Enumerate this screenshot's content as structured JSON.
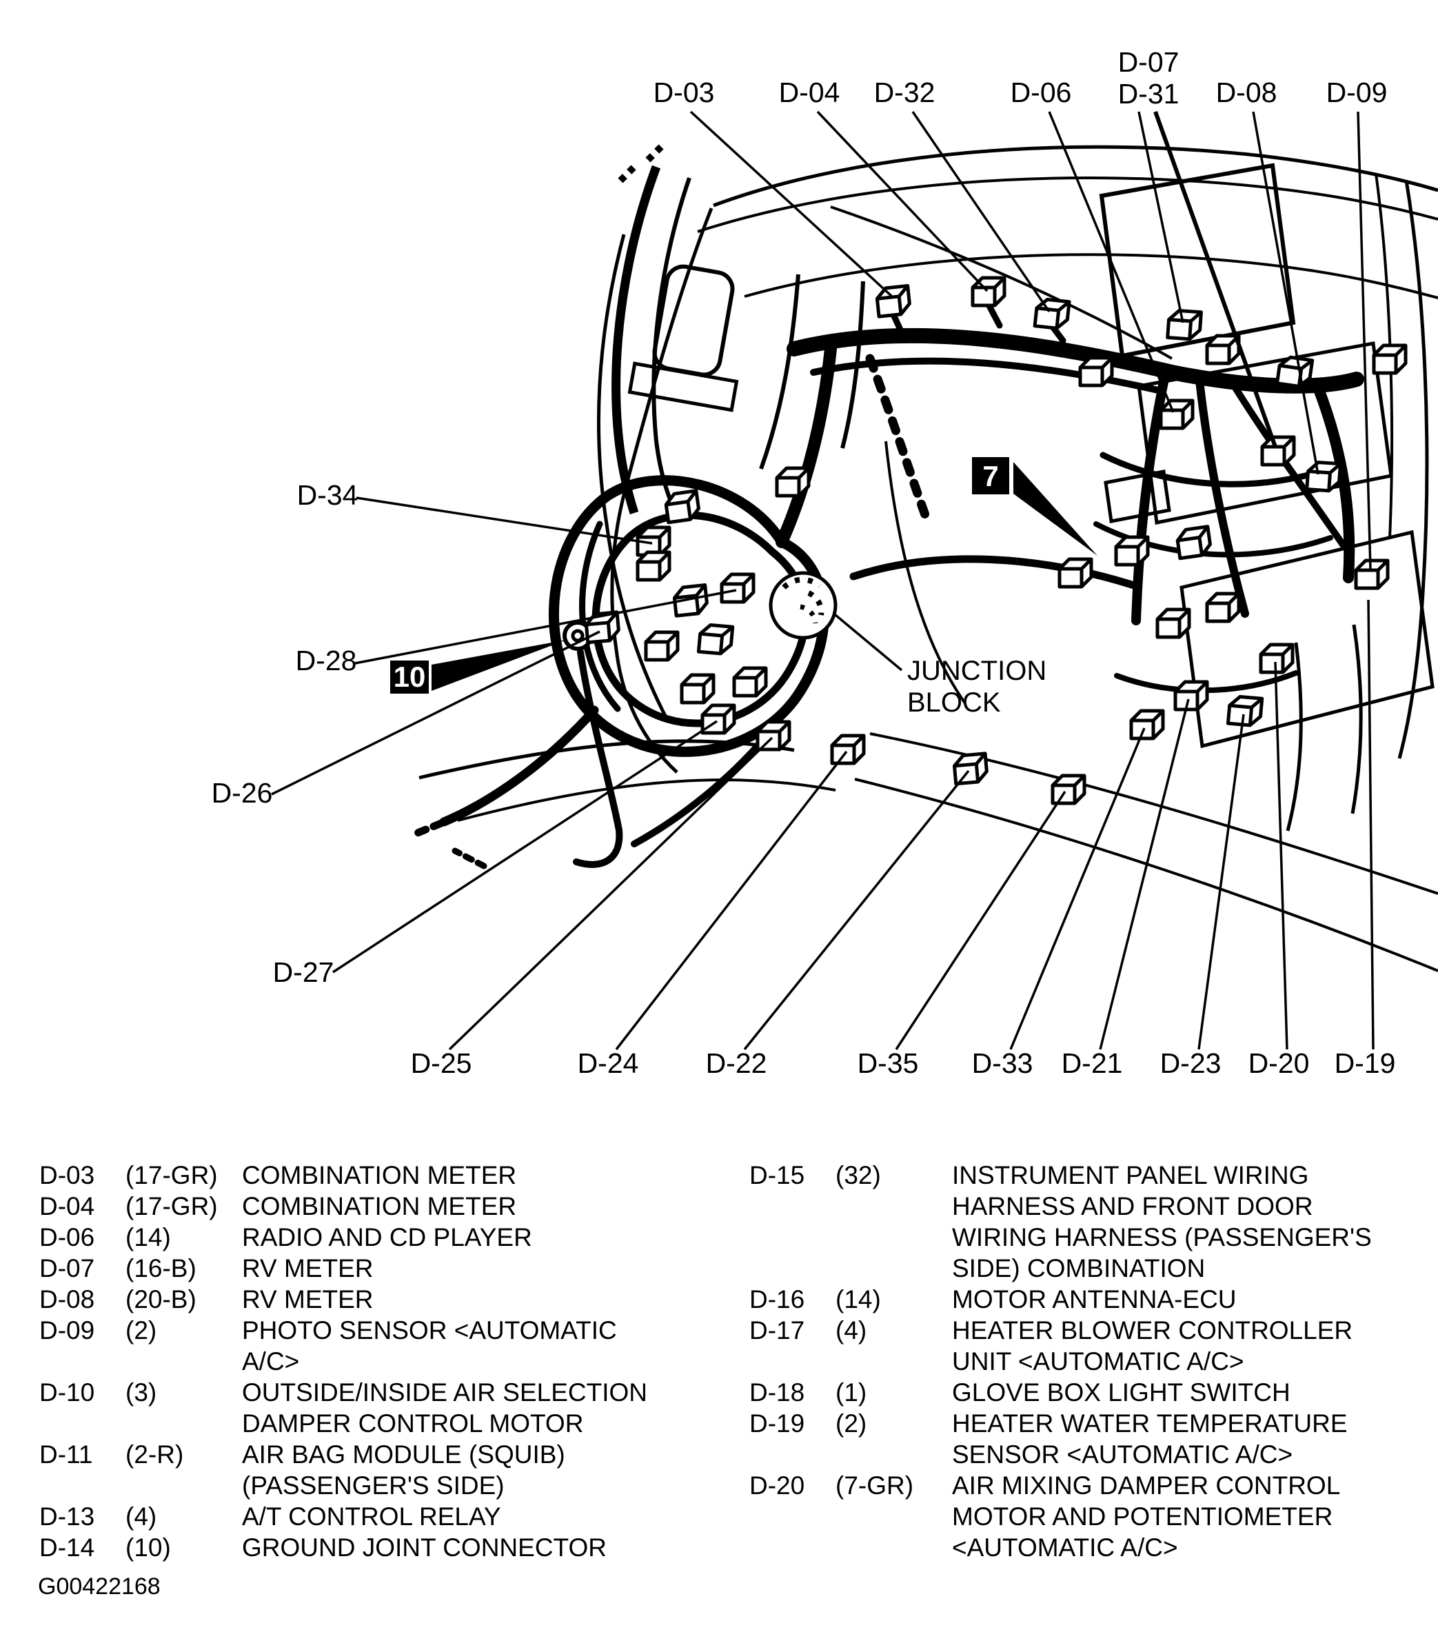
{
  "diagram": {
    "top_labels": [
      {
        "text": "D-03"
      },
      {
        "text": "D-04"
      },
      {
        "text": "D-32"
      },
      {
        "text": "D-06"
      },
      {
        "text": "D-07"
      },
      {
        "text": "D-31"
      },
      {
        "text": "D-08"
      },
      {
        "text": "D-09"
      }
    ],
    "side_labels": [
      {
        "text": "D-34"
      },
      {
        "text": "D-28"
      },
      {
        "text": "D-26"
      },
      {
        "text": "D-27"
      }
    ],
    "bottom_labels": [
      {
        "text": "D-25"
      },
      {
        "text": "D-24"
      },
      {
        "text": "D-22"
      },
      {
        "text": "D-35"
      },
      {
        "text": "D-33"
      },
      {
        "text": "D-21"
      },
      {
        "text": "D-23"
      },
      {
        "text": "D-20"
      },
      {
        "text": "D-19"
      }
    ],
    "junction_block": {
      "line1": "JUNCTION",
      "line2": "BLOCK"
    },
    "callouts": {
      "box7": "7",
      "box10": "10"
    }
  },
  "legend": {
    "left": [
      {
        "code": "D-03",
        "pins": "(17-GR)",
        "desc": "COMBINATION METER"
      },
      {
        "code": "D-04",
        "pins": "(17-GR)",
        "desc": "COMBINATION METER"
      },
      {
        "code": "D-06",
        "pins": "(14)",
        "desc": "RADIO AND CD PLAYER"
      },
      {
        "code": "D-07",
        "pins": "(16-B)",
        "desc": "RV METER"
      },
      {
        "code": "D-08",
        "pins": "(20-B)",
        "desc": "RV METER"
      },
      {
        "code": "D-09",
        "pins": "(2)",
        "desc": "PHOTO SENSOR <AUTOMATIC A/C>"
      },
      {
        "code": "D-10",
        "pins": "(3)",
        "desc": "OUTSIDE/INSIDE AIR SELECTION DAMPER CONTROL MOTOR"
      },
      {
        "code": "D-11",
        "pins": "(2-R)",
        "desc": "AIR BAG MODULE (SQUIB) (PASSENGER'S SIDE)"
      },
      {
        "code": "D-13",
        "pins": "(4)",
        "desc": "A/T CONTROL RELAY"
      },
      {
        "code": "D-14",
        "pins": "(10)",
        "desc": "GROUND JOINT CONNECTOR"
      }
    ],
    "right": [
      {
        "code": "D-15",
        "pins": "(32)",
        "desc": "INSTRUMENT PANEL WIRING HARNESS AND FRONT DOOR WIRING HARNESS (PASSENGER'S SIDE) COMBINATION"
      },
      {
        "code": "D-16",
        "pins": "(14)",
        "desc": "MOTOR ANTENNA-ECU"
      },
      {
        "code": "D-17",
        "pins": "(4)",
        "desc": "HEATER BLOWER CONTROLLER UNIT <AUTOMATIC A/C>"
      },
      {
        "code": "D-18",
        "pins": "(1)",
        "desc": "GLOVE BOX LIGHT SWITCH"
      },
      {
        "code": "D-19",
        "pins": "(2)",
        "desc": "HEATER WATER TEMPERATURE SENSOR <AUTOMATIC A/C>"
      },
      {
        "code": "D-20",
        "pins": "(7-GR)",
        "desc": "AIR MIXING DAMPER CONTROL MOTOR AND POTENTIOMETER <AUTOMATIC A/C>"
      }
    ]
  },
  "figure_code": "G00422168",
  "colors": {
    "ink": "#000000",
    "paper": "#ffffff"
  }
}
